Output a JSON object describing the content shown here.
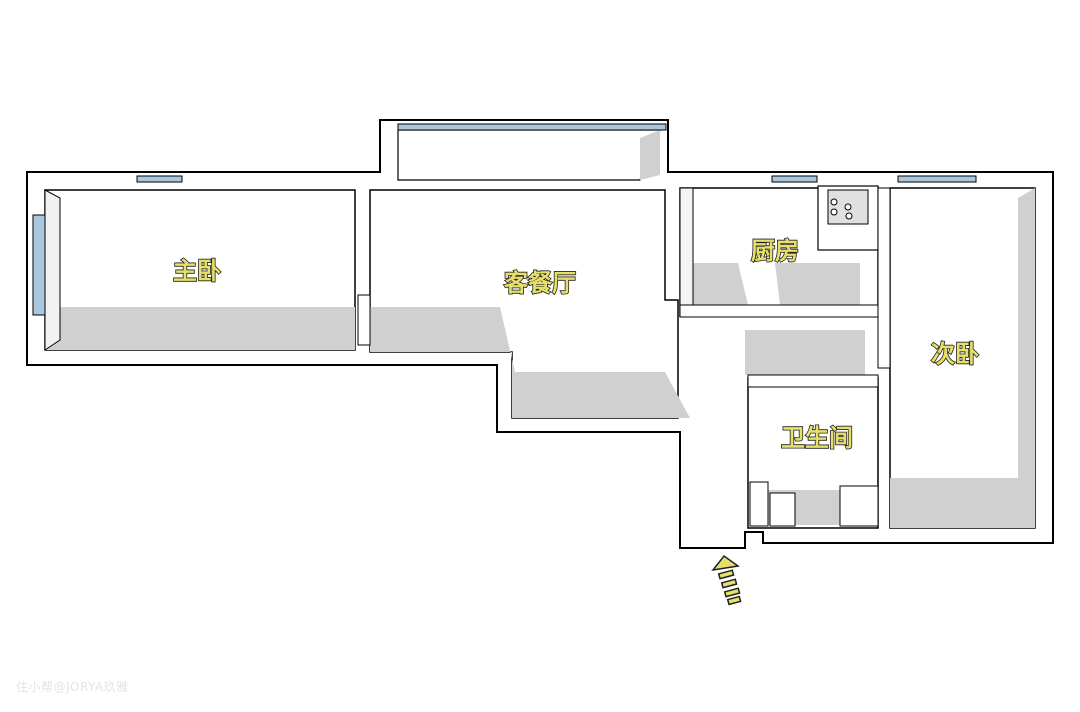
{
  "rooms": {
    "master_bedroom": "主卧",
    "living_dining": "客餐厅",
    "kitchen": "厨房",
    "second_bedroom": "次卧",
    "bathroom": "卫生间"
  },
  "watermark": "住小帮@JORYA玖雅",
  "colors": {
    "label_fill": "#e6df6a",
    "window": "#a9c8e0",
    "shadow": "#d0d0d0",
    "wall": "#ffffff"
  },
  "icons": {
    "entrance": "entrance-arrow-icon"
  }
}
